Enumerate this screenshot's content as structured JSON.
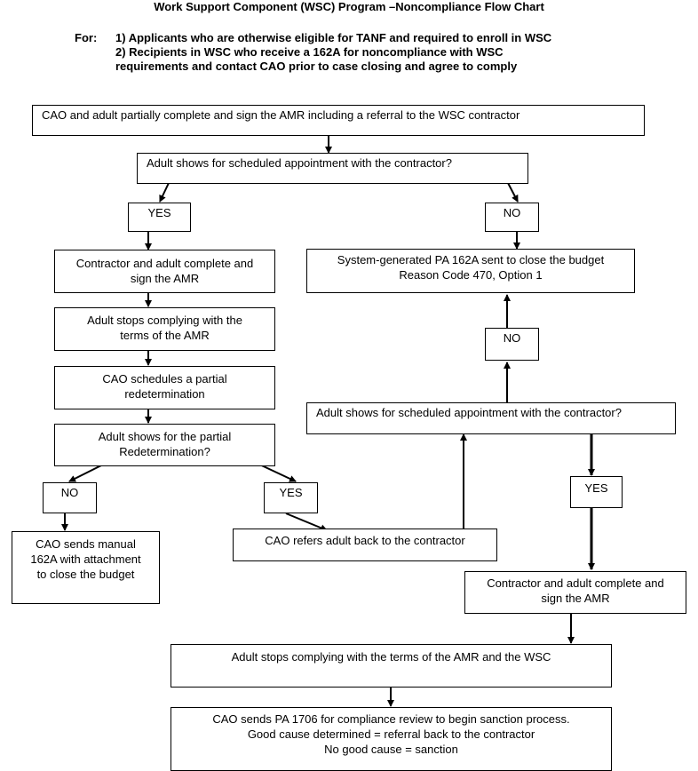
{
  "title": "Work Support Component (WSC) Program –Noncompliance Flow Chart",
  "for_label": "For:",
  "for_items": [
    "1) Applicants who are otherwise eligible for TANF and required to enroll in WSC",
    "2) Recipients in WSC who receive a 162A for noncompliance with WSC",
    "requirements and contact CAO prior to case closing and agree to comply"
  ],
  "nodes": {
    "start": "CAO and adult partially complete and sign the AMR including a referral to the WSC contractor",
    "q1": "Adult shows for scheduled appointment with the contractor?",
    "yes1": "YES",
    "no1": "NO",
    "contractor_sign1": "Contractor and adult complete and\nsign the AMR",
    "system_162a": "System-generated PA 162A sent to close the budget\nReason Code 470, Option 1",
    "stops1": "Adult stops complying with the\nterms of the AMR",
    "no2": "NO",
    "cao_partial": "CAO schedules a partial\nredetermination",
    "q2": "Adult shows for scheduled appointment with the contractor?",
    "q3": "Adult shows for the partial\nRedetermination?",
    "no3": "NO",
    "yes3": "YES",
    "yes2": "YES",
    "manual_162a": "CAO sends manual\n162A with attachment\nto close the budget",
    "refer_back": "CAO refers adult back to the contractor",
    "contractor_sign2": "Contractor and adult complete and\nsign the AMR",
    "stops2": "Adult stops complying with the terms of the AMR and the WSC",
    "sanction": "CAO sends PA 1706 for compliance review to begin sanction process.\nGood cause determined = referral back to the contractor\nNo good cause = sanction"
  }
}
